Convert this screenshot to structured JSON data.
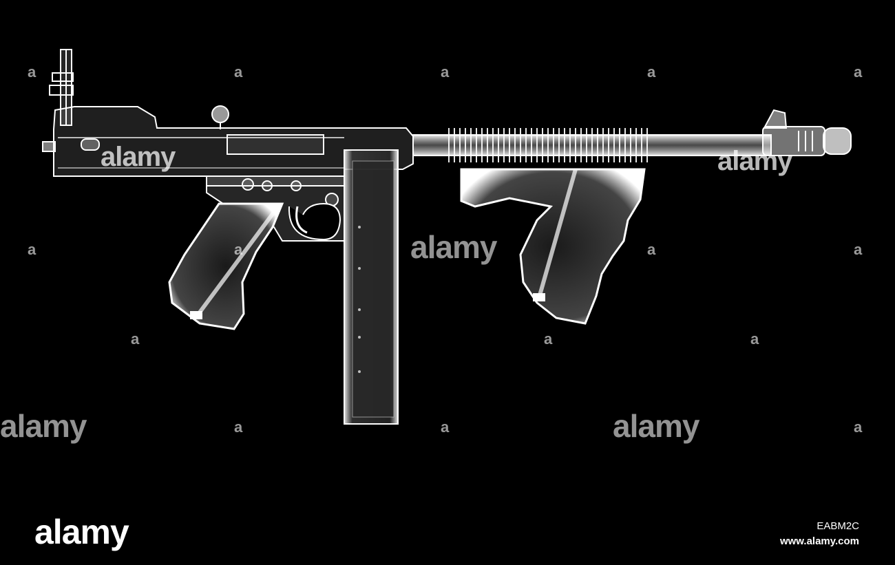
{
  "image": {
    "subject": "x-ray-render-submachine-gun",
    "background_color": "#000000",
    "line_color": "#ffffff"
  },
  "watermark": {
    "brand": "alamy",
    "small_mark": "a",
    "image_id": "EABM2C",
    "url": "www.alamy.com"
  }
}
